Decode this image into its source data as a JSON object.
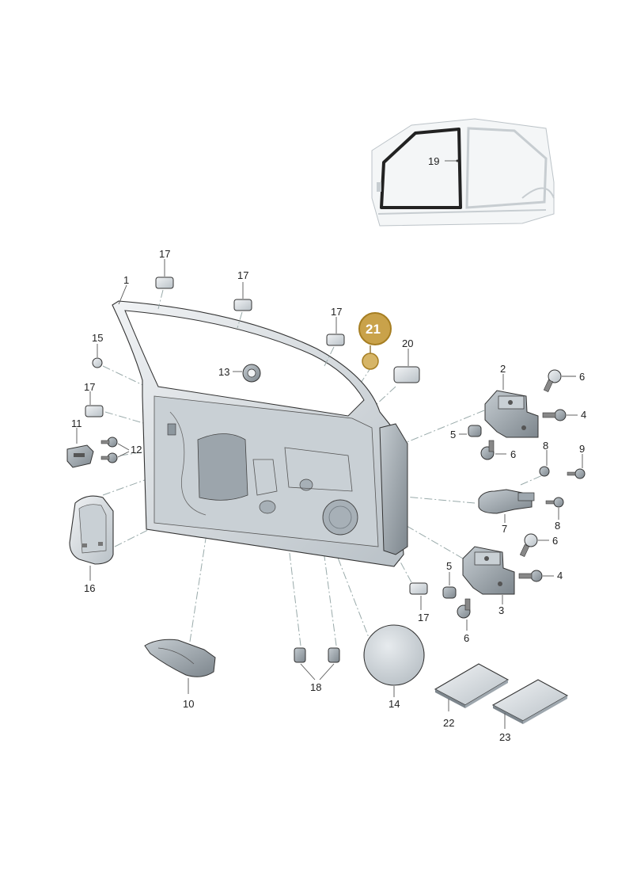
{
  "callouts": {
    "c1": "1",
    "c2": "2",
    "c3": "3",
    "c4a": "4",
    "c4b": "4",
    "c5a": "5",
    "c5b": "5",
    "c6a": "6",
    "c6b": "6",
    "c6c": "6",
    "c6d": "6",
    "c7": "7",
    "c8a": "8",
    "c8b": "8",
    "c9": "9",
    "c10": "10",
    "c11": "11",
    "c12": "12",
    "c13": "13",
    "c14": "14",
    "c15": "15",
    "c16": "16",
    "c17a": "17",
    "c17b": "17",
    "c17c": "17",
    "c17d": "17",
    "c17e": "17",
    "c18": "18",
    "c19": "19",
    "c20": "20",
    "c22": "22",
    "c23": "23"
  },
  "highlight": {
    "label": "21",
    "fill": "#c9a24a",
    "ring": "#a67e22"
  },
  "colors": {
    "part_fill": "#dde2e6",
    "part_dark": "#9ea7ae",
    "panel_inner": "#c9d0d5"
  }
}
